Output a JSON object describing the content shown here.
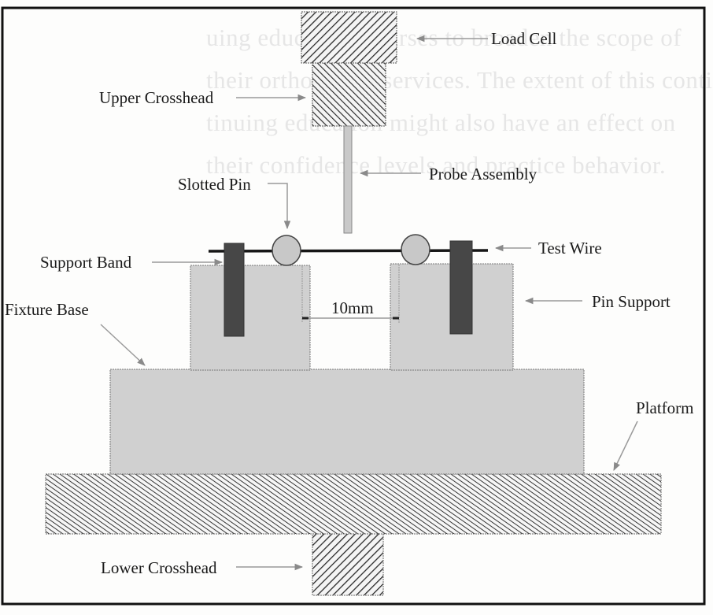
{
  "figure": {
    "type": "schematic",
    "subject": "three-point bend test fixture for orthodontic wire",
    "labels": {
      "load_cell": "Load Cell",
      "upper_crosshead": "Upper Crosshead",
      "probe_assembly": "Probe Assembly",
      "slotted_pin": "Slotted Pin",
      "support_band": "Support Band",
      "test_wire": "Test Wire",
      "fixture_base": "Fixture Base",
      "pin_support": "Pin Support",
      "platform": "Platform",
      "lower_crosshead": "Lower Crosshead"
    },
    "dimension": {
      "span_label": "10mm"
    },
    "colors": {
      "frame": "#111111",
      "block_fill": "#cfcfcf",
      "band_fill": "#4a4a4a",
      "pin_fill": "#c8c8c8",
      "hatch": "#2a2a2a",
      "leader": "#9a9a9a",
      "ghost_text": "#e6e6e6"
    }
  },
  "bleed_through_text": [
    "uing education courses to broaden the scope of",
    "their orthodontic services. The extent of this conti-",
    "tinuing education might also have an effect on",
    "their confidence levels and practice behavior."
  ]
}
